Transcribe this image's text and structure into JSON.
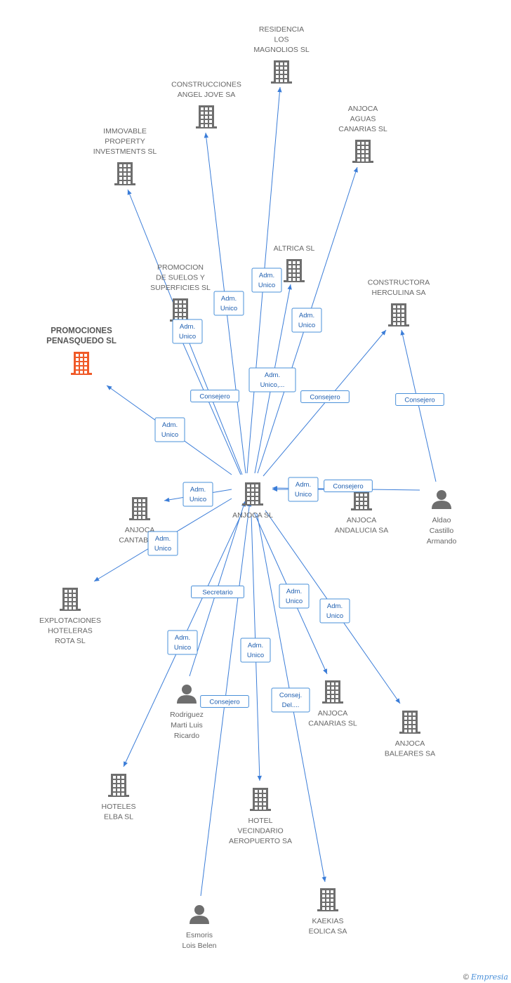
{
  "colors": {
    "edge": "#3b7dd8",
    "building": "#6e6e6e",
    "focus_building": "#f05a28",
    "person": "#6e6e6e"
  },
  "nodes": [
    {
      "id": "anjoca",
      "type": "company",
      "label": [
        "ANJOCA SL"
      ]
    },
    {
      "id": "residencia",
      "type": "company",
      "label": [
        "RESIDENCIA",
        "LOS",
        "MAGNOLIOS SL"
      ]
    },
    {
      "id": "construcciones",
      "type": "company",
      "label": [
        "CONSTRUCCIONES",
        "ANGEL JOVE SA"
      ]
    },
    {
      "id": "aguas",
      "type": "company",
      "label": [
        "ANJOCA",
        "AGUAS",
        "CANARIAS SL"
      ]
    },
    {
      "id": "immovable",
      "type": "company",
      "label": [
        "IMMOVABLE",
        "PROPERTY",
        "INVESTMENTS SL"
      ]
    },
    {
      "id": "altrica",
      "type": "company",
      "label": [
        "ALTRICA SL"
      ]
    },
    {
      "id": "promocion_suelos",
      "type": "company",
      "label": [
        "PROMOCION",
        "DE SUELOS Y",
        "SUPERFICIES SL"
      ]
    },
    {
      "id": "herculina",
      "type": "company",
      "label": [
        "CONSTRUCTORA",
        "HERCULINA SA"
      ]
    },
    {
      "id": "penasquedo",
      "type": "focus",
      "label": [
        "PROMOCIONES",
        "PENASQUEDO SL"
      ]
    },
    {
      "id": "cantabria",
      "type": "company",
      "label": [
        "ANJOCA",
        "CANTABRIA"
      ]
    },
    {
      "id": "andalucia",
      "type": "company",
      "label": [
        "ANJOCA",
        "ANDALUCIA SA"
      ]
    },
    {
      "id": "aldao",
      "type": "person",
      "label": [
        "Aldao",
        "Castillo",
        "Armando"
      ]
    },
    {
      "id": "explotaciones",
      "type": "company",
      "label": [
        "EXPLOTACIONES",
        "HOTELERAS",
        "ROTA SL"
      ]
    },
    {
      "id": "rodriguez",
      "type": "person",
      "label": [
        "Rodriguez",
        "Marti Luis",
        "Ricardo"
      ]
    },
    {
      "id": "canarias",
      "type": "company",
      "label": [
        "ANJOCA",
        "CANARIAS SL"
      ]
    },
    {
      "id": "baleares",
      "type": "company",
      "label": [
        "ANJOCA",
        "BALEARES SA"
      ]
    },
    {
      "id": "elba",
      "type": "company",
      "label": [
        "HOTELES",
        "ELBA SL"
      ]
    },
    {
      "id": "vecindario",
      "type": "company",
      "label": [
        "HOTEL",
        "VECINDARIO",
        "AEROPUERTO SA"
      ]
    },
    {
      "id": "kaekias",
      "type": "company",
      "label": [
        "KAEKIAS",
        "EOLICA SA"
      ]
    },
    {
      "id": "esmoris",
      "type": "person",
      "label": [
        "Esmoris",
        "Lois Belen"
      ]
    }
  ],
  "edges": [
    {
      "from": "anjoca",
      "to": "residencia",
      "label": [
        "Adm.",
        "Unico"
      ]
    },
    {
      "from": "anjoca",
      "to": "construcciones",
      "label": [
        "Adm.",
        "Unico"
      ]
    },
    {
      "from": "anjoca",
      "to": "aguas",
      "label": [
        "Adm.",
        "Unico"
      ]
    },
    {
      "from": "anjoca",
      "to": "immovable",
      "label": [
        "Adm.",
        "Unico"
      ]
    },
    {
      "from": "anjoca",
      "to": "altrica",
      "label": [
        "Adm.",
        "Unico,..."
      ]
    },
    {
      "from": "anjoca",
      "to": "promocion_suelos",
      "label": [
        "Consejero"
      ]
    },
    {
      "from": "anjoca",
      "to": "herculina",
      "label": [
        "Consejero"
      ]
    },
    {
      "from": "anjoca",
      "to": "penasquedo",
      "label": [
        "Adm.",
        "Unico"
      ]
    },
    {
      "from": "anjoca",
      "to": "cantabria",
      "label": [
        "Adm.",
        "Unico"
      ]
    },
    {
      "from": "andalucia",
      "to": "anjoca",
      "label": [
        "Adm.",
        "Unico"
      ]
    },
    {
      "from": "aldao",
      "to": "anjoca",
      "label": [
        "Consejero"
      ]
    },
    {
      "from": "aldao",
      "to": "herculina",
      "label": [
        "Consejero"
      ]
    },
    {
      "from": "anjoca",
      "to": "explotaciones",
      "label": [
        "Adm.",
        "Unico"
      ]
    },
    {
      "from": "rodriguez",
      "to": "anjoca",
      "label": [
        "Secretario"
      ]
    },
    {
      "from": "anjoca",
      "to": "canarias",
      "label": [
        "Adm.",
        "Unico"
      ]
    },
    {
      "from": "anjoca",
      "to": "baleares",
      "label": [
        "Adm.",
        "Unico"
      ]
    },
    {
      "from": "anjoca",
      "to": "elba",
      "label": [
        "Adm.",
        "Unico"
      ]
    },
    {
      "from": "anjoca",
      "to": "vecindario",
      "label": [
        "Adm.",
        "Unico"
      ]
    },
    {
      "from": "anjoca",
      "to": "kaekias",
      "label": [
        "Consej.",
        "Del...."
      ]
    },
    {
      "from": "esmoris",
      "to": "anjoca",
      "label": [
        "Consejero"
      ]
    }
  ],
  "footer": {
    "copyright": "©",
    "brand": "Empresia"
  }
}
